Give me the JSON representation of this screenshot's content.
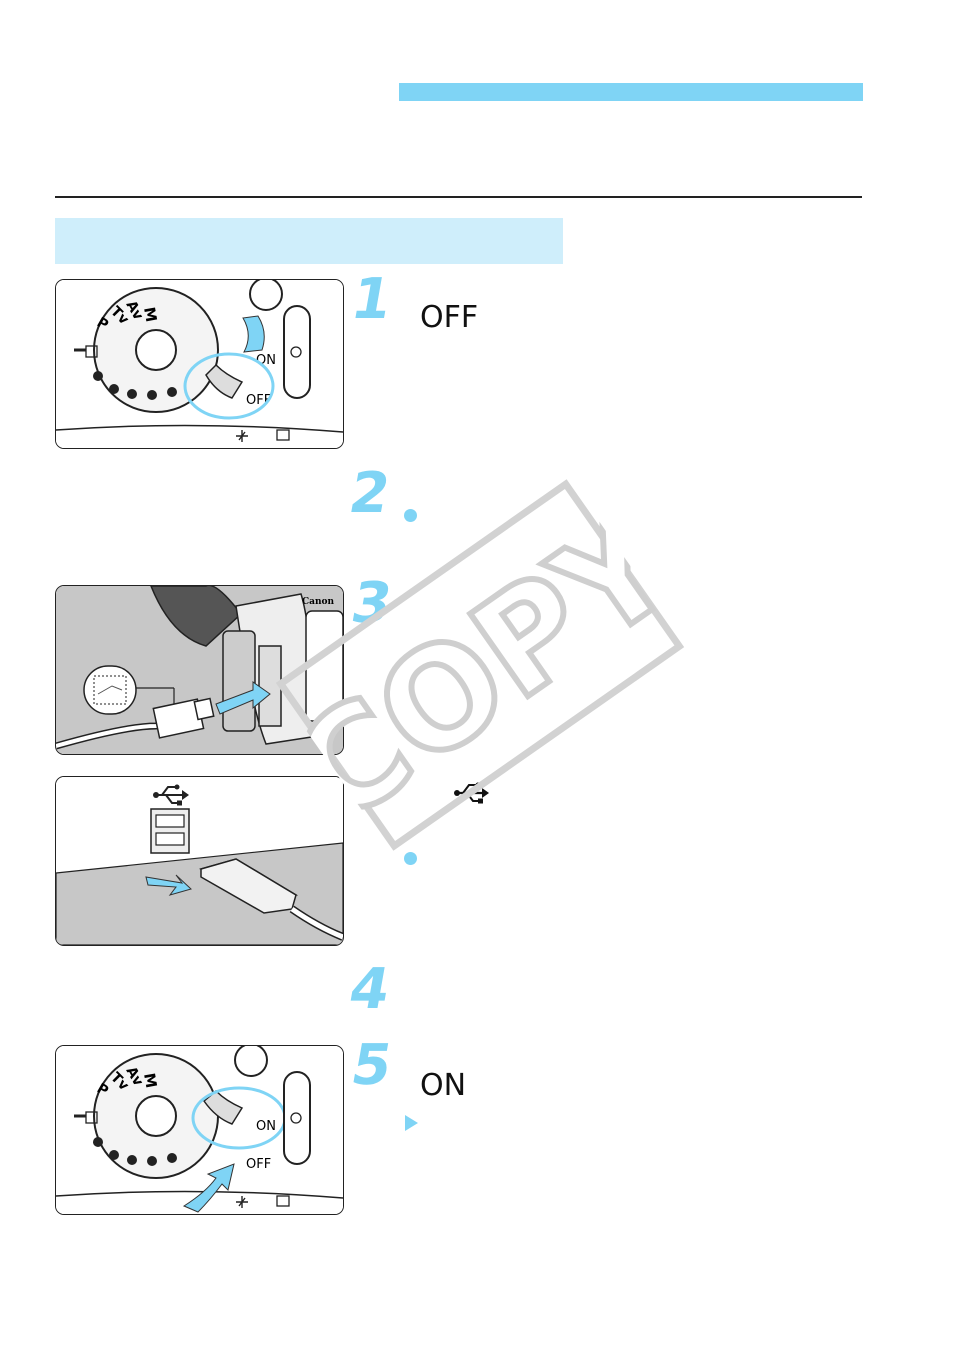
{
  "watermark": {
    "text": "COPY"
  },
  "steps": [
    {
      "number": "1",
      "label": "OFF"
    },
    {
      "number": "2"
    },
    {
      "number": "3"
    },
    {
      "number": "4"
    },
    {
      "number": "5",
      "label": "ON"
    }
  ],
  "figures": {
    "fig1": {
      "dial_modes": [
        "M",
        "Av",
        "Tv",
        "P"
      ],
      "switch_on": "ON",
      "switch_off": "OFF"
    },
    "fig2": {
      "brand": "Canon"
    },
    "fig5": {
      "dial_modes": [
        "M",
        "Av",
        "Tv",
        "P"
      ],
      "switch_on": "ON",
      "switch_off": "OFF"
    }
  },
  "icons": {
    "usb": "usb-icon",
    "bullet": "bullet-icon",
    "result": "result-arrow-icon"
  },
  "colors": {
    "accent": "#7fd4f5",
    "band": "#cfeefb",
    "rule": "#222222"
  }
}
